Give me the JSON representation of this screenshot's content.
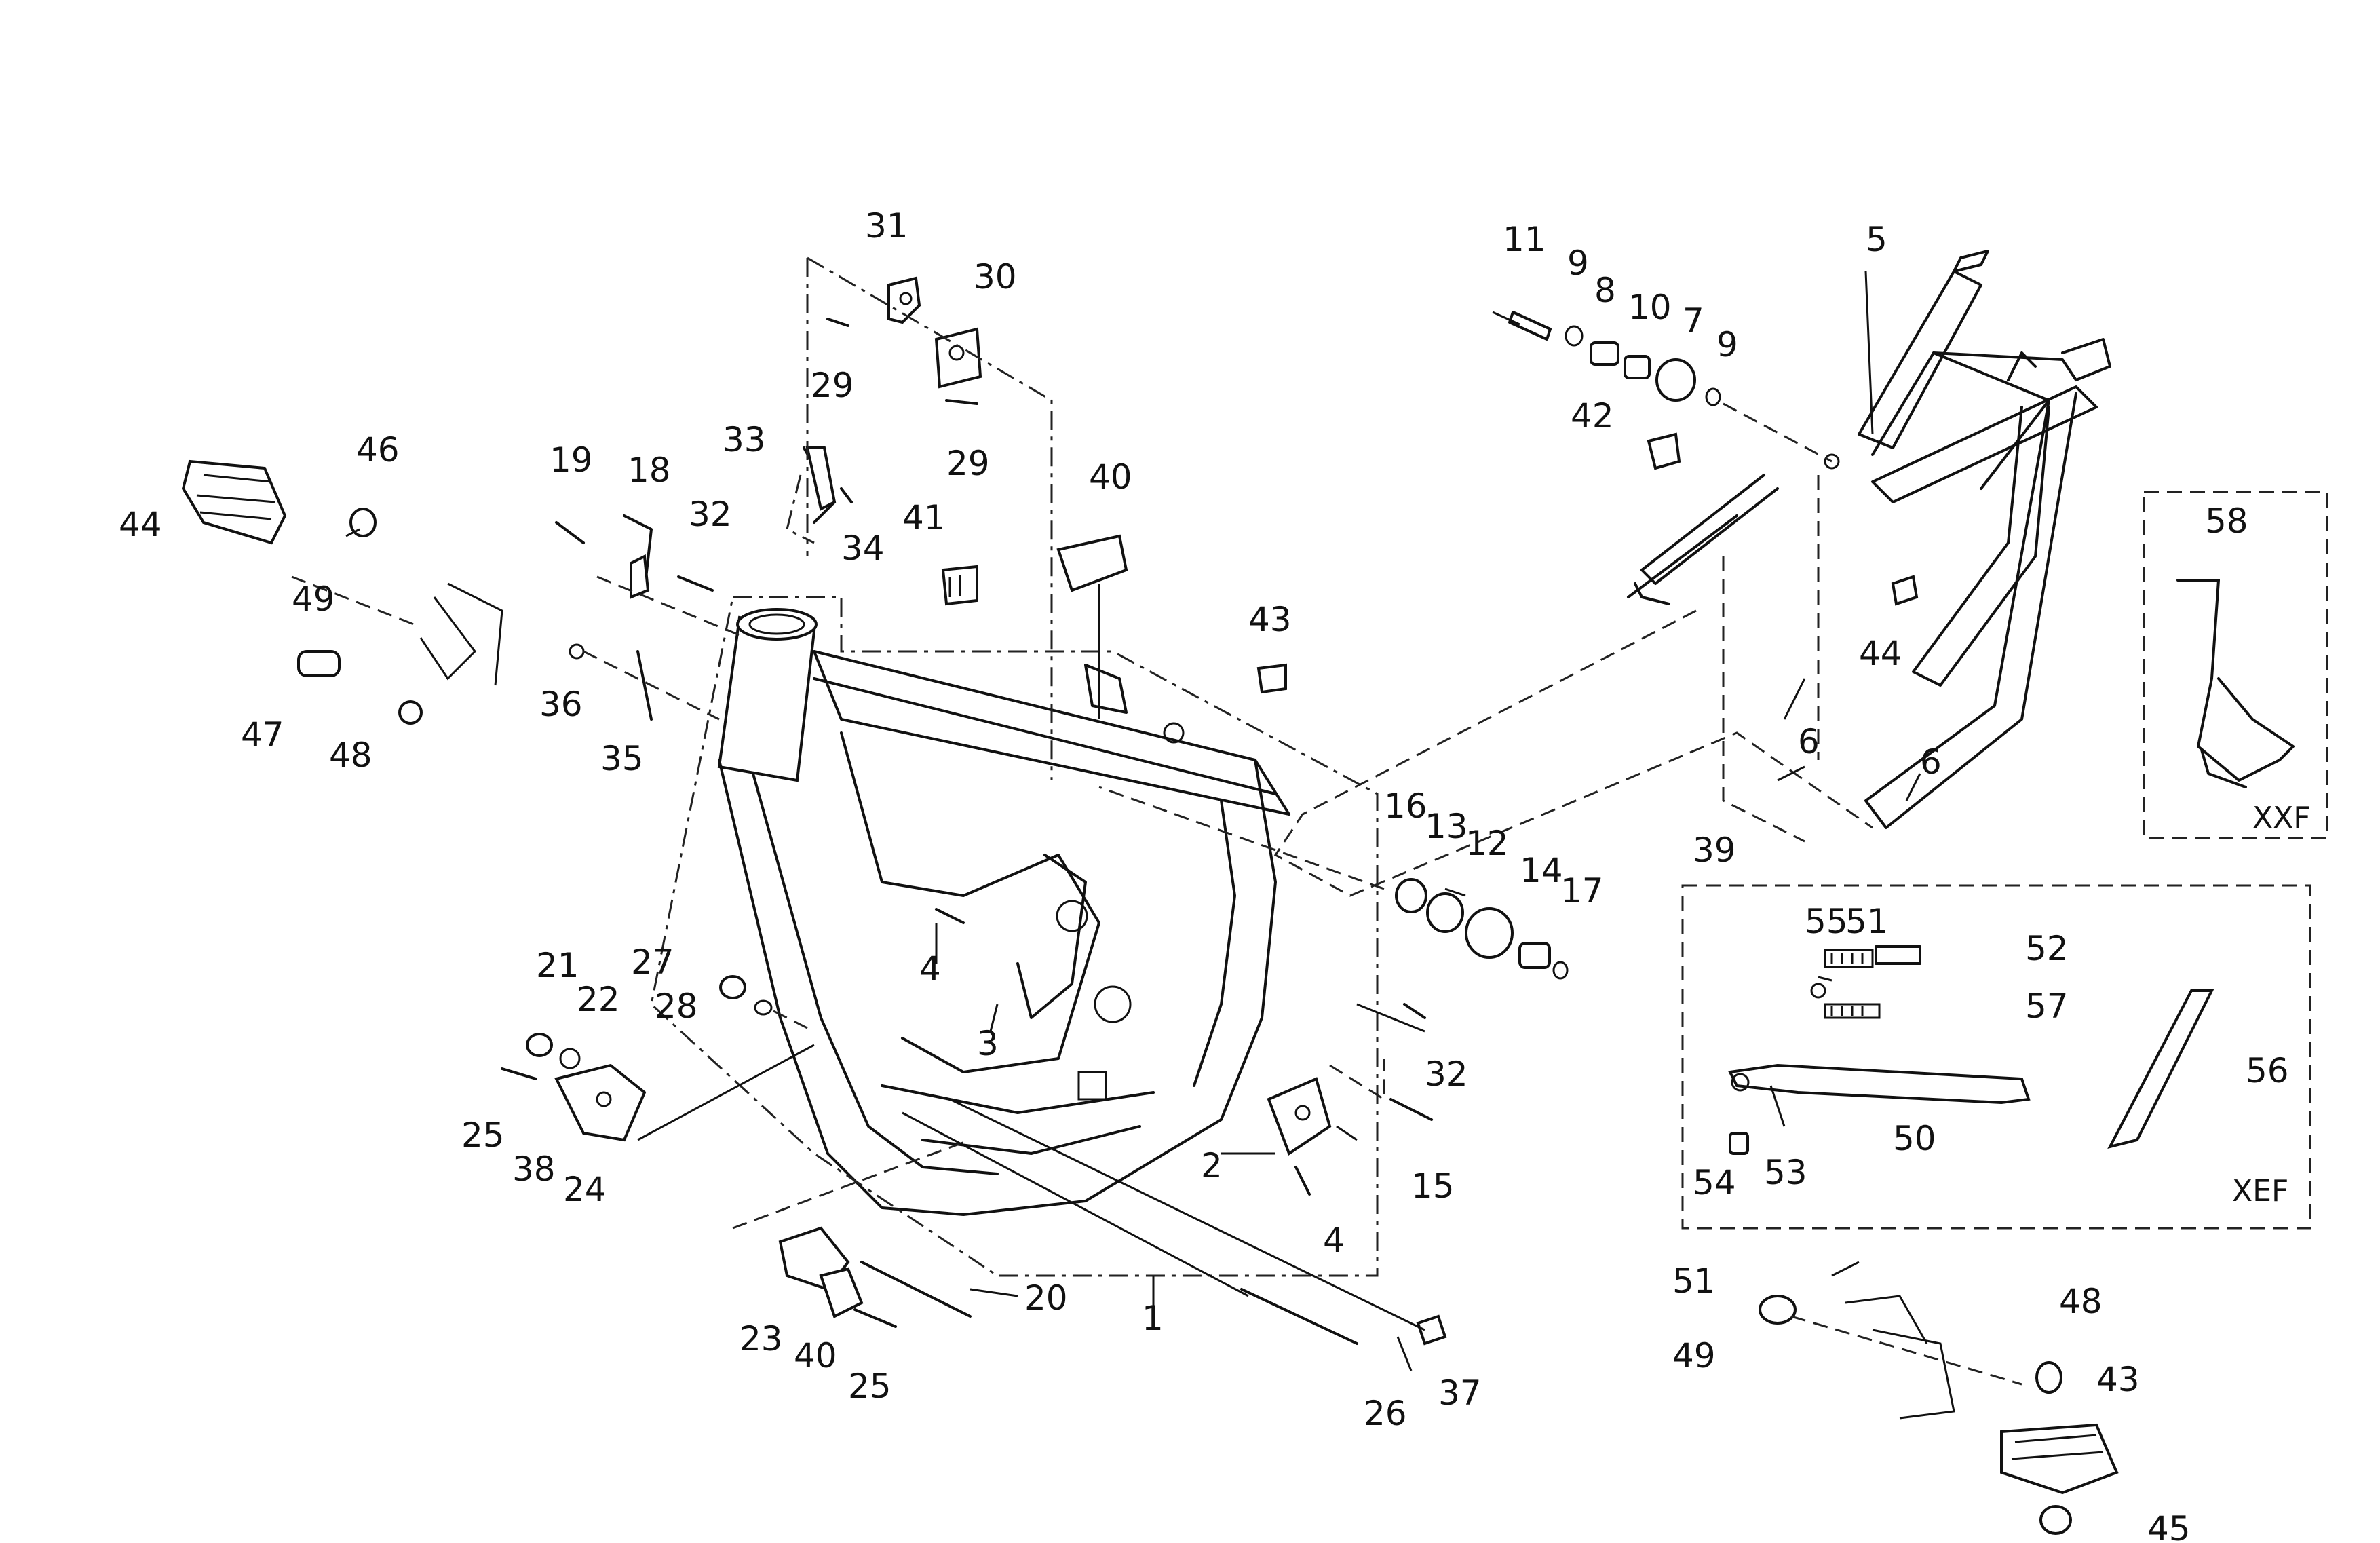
{
  "diagram": {
    "callouts": [
      "1",
      "2",
      "3",
      "4",
      "4",
      "5",
      "6",
      "6",
      "7",
      "8",
      "9",
      "9",
      "10",
      "11",
      "12",
      "13",
      "14",
      "15",
      "16",
      "17",
      "18",
      "19",
      "20",
      "21",
      "22",
      "23",
      "24",
      "25",
      "25",
      "26",
      "27",
      "28",
      "29",
      "29",
      "30",
      "31",
      "32",
      "32",
      "33",
      "34",
      "35",
      "36",
      "37",
      "38",
      "39",
      "40",
      "40",
      "41",
      "42",
      "43",
      "43",
      "44",
      "44",
      "45",
      "46",
      "47",
      "48",
      "48",
      "49",
      "49",
      "50",
      "51",
      "51",
      "52",
      "53",
      "54",
      "55",
      "56",
      "57",
      "58"
    ],
    "variants": {
      "xxf": "XXF",
      "xef": "XEF"
    }
  }
}
